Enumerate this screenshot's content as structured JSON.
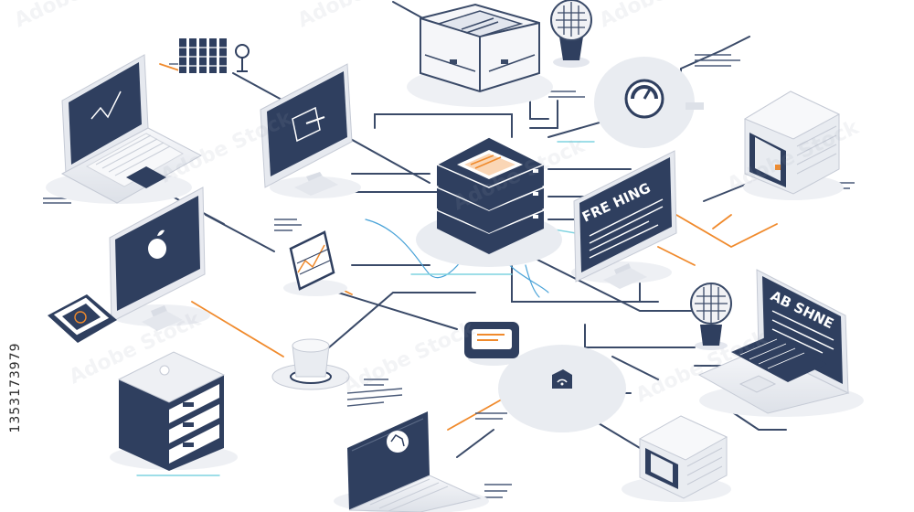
{
  "illustration": {
    "screen_texts": {
      "center_monitor_heading": "FRE HING",
      "right_laptop_heading": "AB SHNE"
    },
    "watermark": "Adobe Stock",
    "stock_id": "1353173979"
  },
  "colors": {
    "navy": "#2f3f5f",
    "device_light": "#eef0f4",
    "device_mid": "#d9dde5",
    "line_dark": "#3a4a68",
    "accent_orange": "#f08a2c",
    "accent_blue": "#4aa3d8",
    "accent_cyan": "#7fd3e0"
  },
  "icons": [
    "laptop-icon",
    "desktop-monitor-icon",
    "server-rack-icon",
    "apple-logo-icon",
    "lightbulb-icon",
    "wifi-icon",
    "tablet-icon",
    "router-icon",
    "cloud-icon",
    "gauge-icon",
    "database-icon"
  ]
}
